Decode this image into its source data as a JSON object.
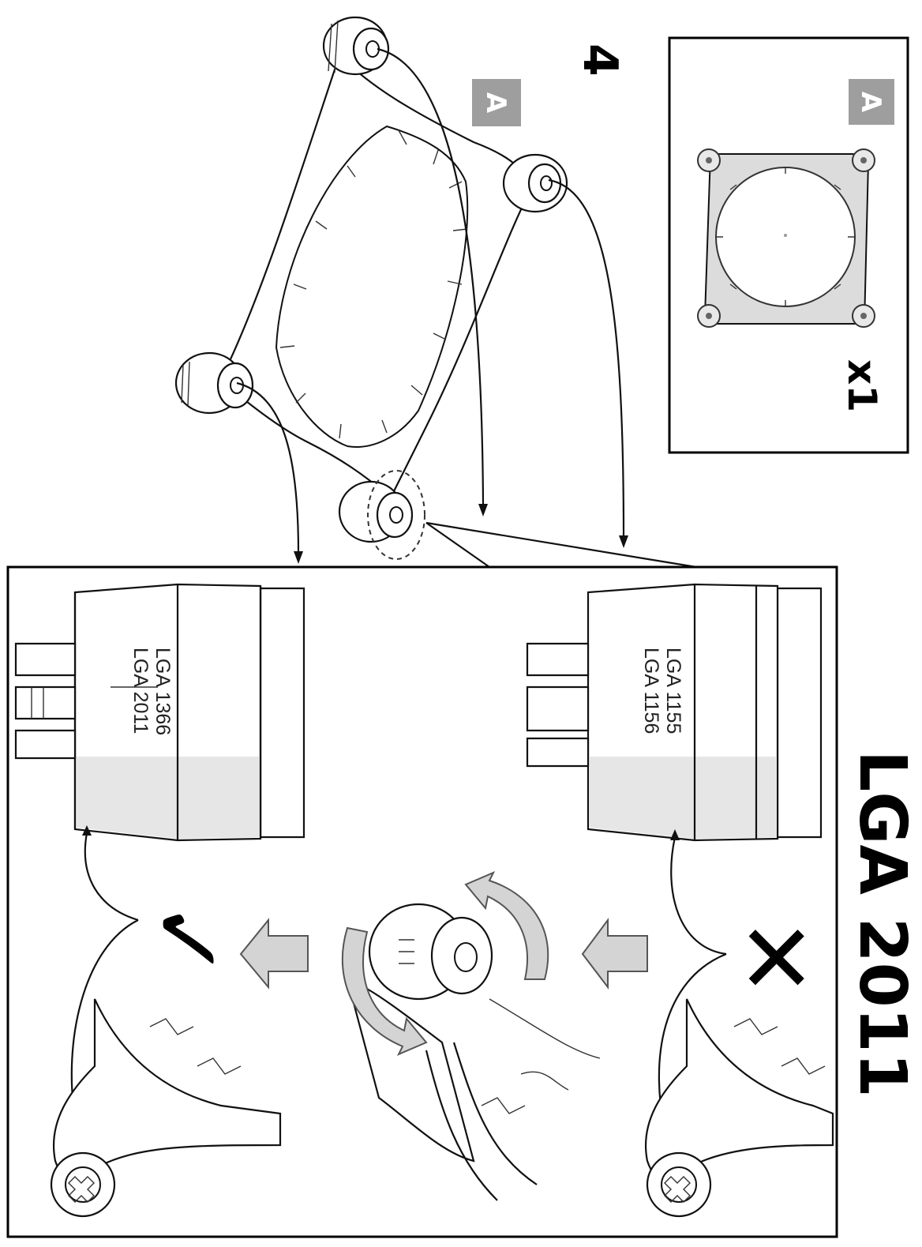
{
  "step": {
    "number": "4",
    "title": "LGA 2011"
  },
  "part": {
    "badge": "A",
    "quantity": "x1"
  },
  "sockets": {
    "wrong_position": {
      "line1": "LGA 1155",
      "line2": "LGA 1156",
      "mark": "✕"
    },
    "correct_position": {
      "line1": "LGA 1366",
      "line2": "LGA 2011",
      "mark": "✓"
    }
  },
  "colors": {
    "badge": "#9e9e9e",
    "arrow": "#d4d4d4",
    "shade": "#e6e6e6"
  }
}
